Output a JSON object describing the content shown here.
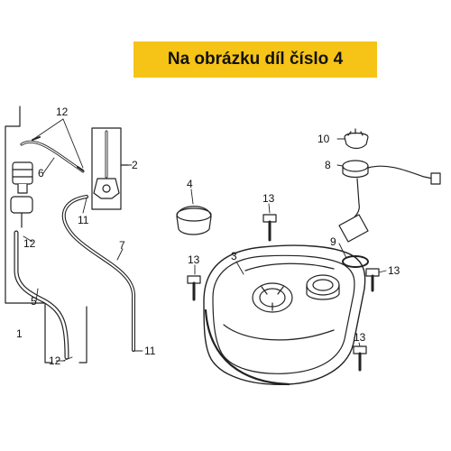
{
  "banner": {
    "text": "Na obrázku díl číslo 4"
  },
  "colors": {
    "banner_bg": "#f6c417",
    "line": "#222222"
  },
  "diagram": {
    "callouts": {
      "c1": "1",
      "c2": "2",
      "c3": "3",
      "c4": "4",
      "c5": "5",
      "c6": "6",
      "c7": "7",
      "c8": "8",
      "c9": "9",
      "c10": "10",
      "c11a": "11",
      "c11b": "11",
      "c12a": "12",
      "c12b": "12",
      "c12c": "12",
      "c13a": "13",
      "c13b": "13",
      "c13c": "13",
      "c13d": "13"
    }
  }
}
